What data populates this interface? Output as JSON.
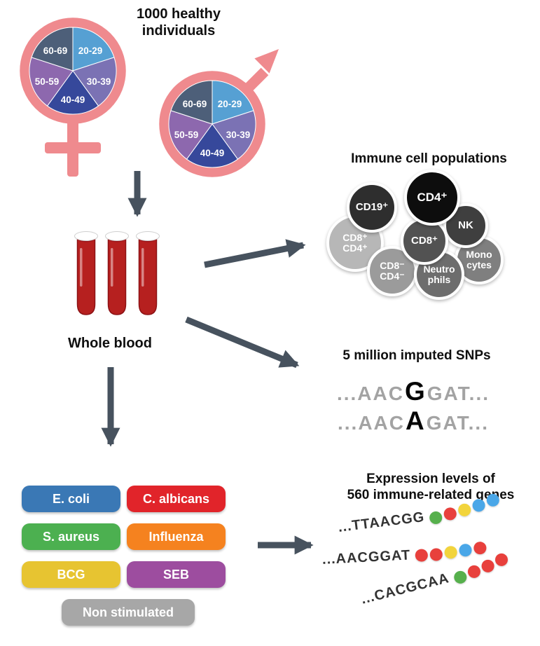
{
  "palette": {
    "pink": "#ef8a8e",
    "arrow": "#47525e",
    "blood": "#b6201f",
    "blood_dark": "#8c1215",
    "blood_surface": "#9a151a"
  },
  "header": {
    "title_line1": "1000 healthy",
    "title_line2": "individuals"
  },
  "pie": {
    "labels": {
      "a2029": "20-29",
      "a3039": "30-39",
      "a4049": "40-49",
      "a5059": "50-59",
      "a6069": "60-69"
    },
    "colors": {
      "a2029": "#56a0d3",
      "a3039": "#7b72b4",
      "a4049": "#36489b",
      "a5059": "#8d68ae",
      "a6069": "#4d5f79"
    }
  },
  "whole_blood": {
    "label": "Whole blood"
  },
  "immune": {
    "title": "Immune cell populations",
    "cells": {
      "cd19": {
        "label": "CD19⁺",
        "color": "#2e2e2e"
      },
      "cd4": {
        "label": "CD4⁺",
        "color": "#0d0d0d"
      },
      "nk": {
        "label": "NK",
        "color": "#3f3f3f"
      },
      "cd8": {
        "label": "CD8⁺",
        "color": "#525252"
      },
      "cd8p_cd4p": {
        "line1": "CD8⁺",
        "line2": "CD4⁺",
        "color": "#b7b7b7"
      },
      "mono": {
        "line1": "Mono",
        "line2": "cytes",
        "color": "#7f7f7f"
      },
      "cd8n_cd4n": {
        "line1": "CD8⁻",
        "line2": "CD4⁻",
        "color": "#9b9b9b"
      },
      "neutro": {
        "line1": "Neutro",
        "line2": "phils",
        "color": "#6d6d6d"
      }
    }
  },
  "snps": {
    "title": "5 million imputed SNPs",
    "rows": [
      {
        "prefix": "...AAC",
        "variant": "G",
        "suffix": "GAT..."
      },
      {
        "prefix": "...AAC",
        "variant": "A",
        "suffix": "GAT..."
      }
    ]
  },
  "stimuli": {
    "items": [
      {
        "label": "E. coli",
        "color": "#3a78b5"
      },
      {
        "label": "C. albicans",
        "color": "#e1242a"
      },
      {
        "label": "S. aureus",
        "color": "#4cb050"
      },
      {
        "label": "Influenza",
        "color": "#f5821f"
      },
      {
        "label": "BCG",
        "color": "#e7c431"
      },
      {
        "label": "SEB",
        "color": "#9d4d9f"
      },
      {
        "label": "Non stimulated",
        "color": "#a7a7a7"
      }
    ]
  },
  "expression": {
    "title_line1": "Expression levels of",
    "title_line2": "560 immune-related genes",
    "rows": [
      {
        "seq": "...TTAACGG",
        "dots": [
          "#56b04c",
          "#e8403c",
          "#f2d43c",
          "#4aa7e8",
          "#4aa7e8"
        ]
      },
      {
        "seq": "...AACGGAT",
        "dots": [
          "#e8403c",
          "#e8403c",
          "#f2d43c",
          "#4aa7e8",
          "#e8403c"
        ]
      },
      {
        "seq": "...CACGCAA",
        "dots": [
          "#56b04c",
          "#e8403c",
          "#e8403c",
          "#e8403c"
        ]
      }
    ]
  }
}
